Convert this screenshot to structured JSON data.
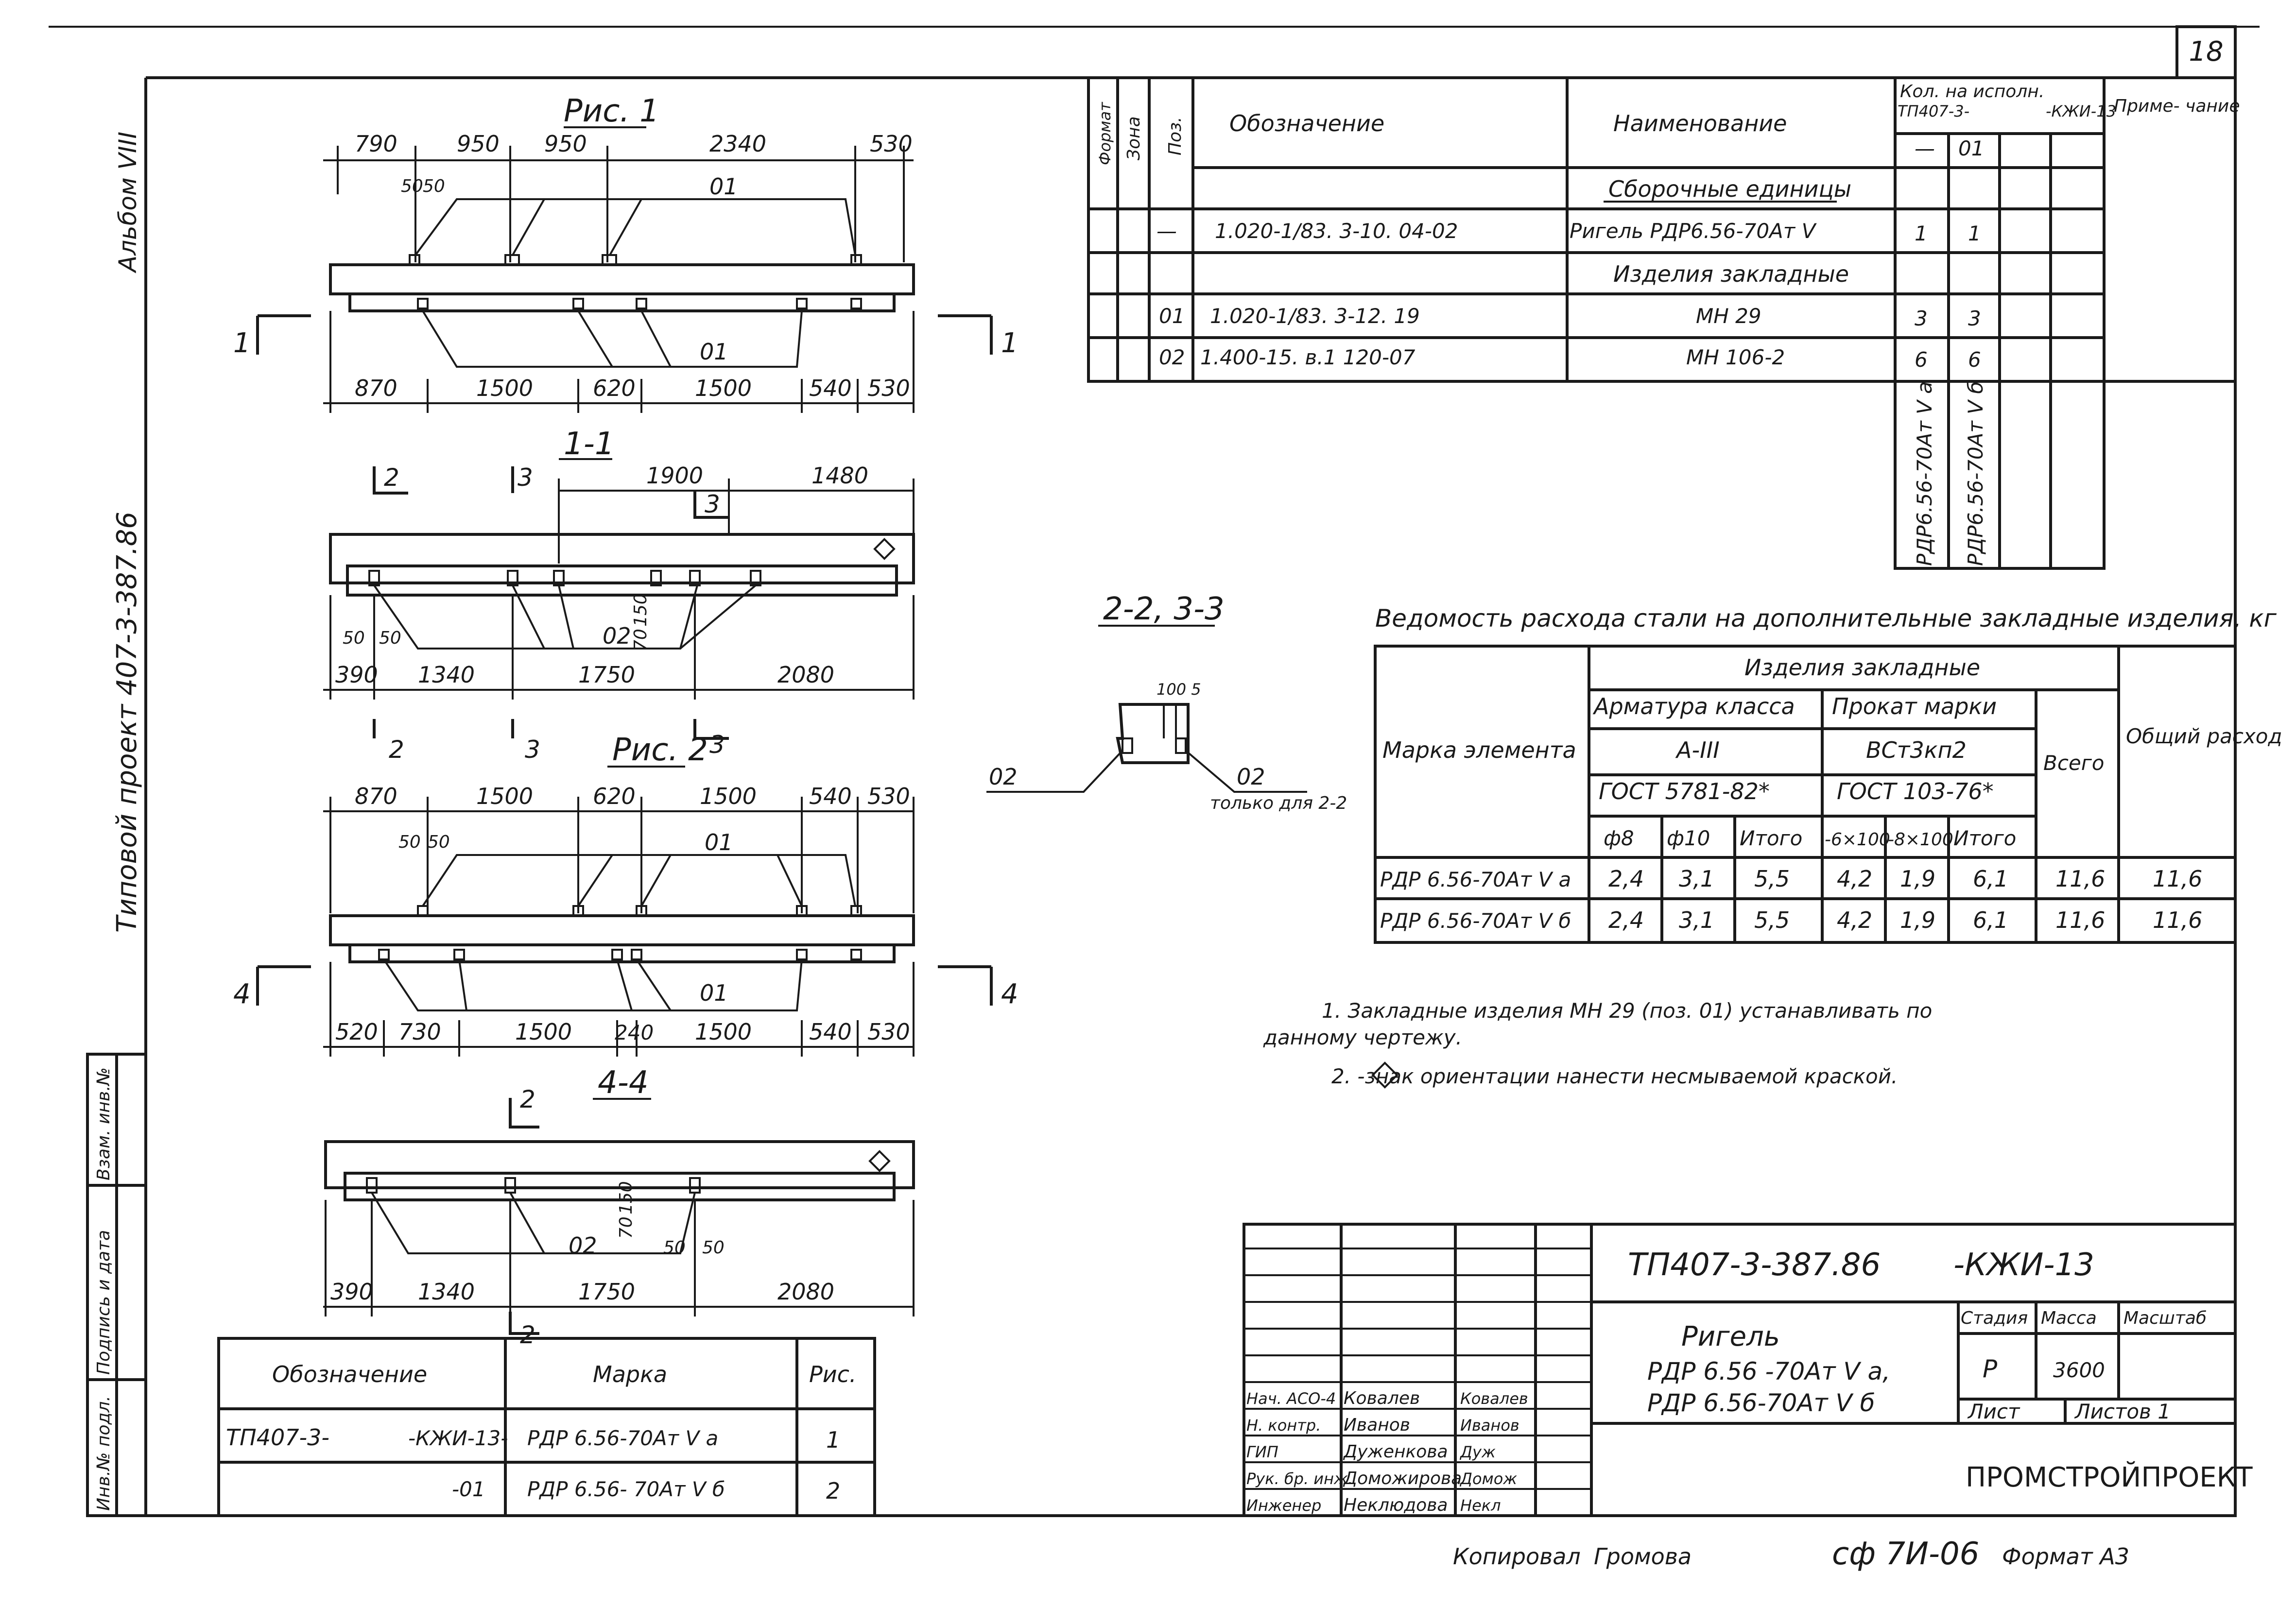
{
  "sheet_number": "18",
  "album": "Альбом VIII",
  "vertical_project": "Типовой проект 407-3-387.86",
  "side_stamp": [
    "Инв.№ подл.",
    "Подпись и дата",
    "Взам. инв.№"
  ],
  "fig1": {
    "title": "Рис. 1",
    "top_dims": [
      "790",
      "950",
      "950",
      "2340",
      "530"
    ],
    "small_dims": [
      "50",
      "50"
    ],
    "pos_top": "01",
    "pos_bottom": "01",
    "bottom_dims": [
      "870",
      "1500",
      "620",
      "1500",
      "540",
      "530"
    ],
    "cut_marks": [
      "1",
      "1"
    ]
  },
  "section11": {
    "title": "1-1",
    "top_dims": [
      "1900",
      "1480"
    ],
    "cut_labels": [
      "2",
      "3",
      "3",
      "2",
      "3",
      "3"
    ],
    "vdims": [
      "150",
      "70"
    ],
    "small_dims": [
      "50",
      "50"
    ],
    "pos": "02",
    "bottom_dims": [
      "390",
      "1340",
      "1750",
      "2080"
    ]
  },
  "fig2": {
    "title": "Рис. 2",
    "top_dims": [
      "870",
      "1500",
      "620",
      "1500",
      "540",
      "530"
    ],
    "small_dims": [
      "50",
      "50"
    ],
    "pos_top": "01",
    "pos_bottom": "01",
    "bottom_dims": [
      "520",
      "730",
      "1500",
      "240",
      "1500",
      "540",
      "530"
    ],
    "cut_marks": [
      "4",
      "4"
    ]
  },
  "section44": {
    "title": "4-4",
    "cut_labels": [
      "2",
      "2"
    ],
    "vdims": [
      "150",
      "70"
    ],
    "small_dims": [
      "50",
      "50"
    ],
    "pos": "02",
    "bottom_dims": [
      "390",
      "1340",
      "1750",
      "2080"
    ]
  },
  "section22": {
    "title": "2-2, 3-3",
    "dims": "100 5",
    "left_pos": "02",
    "right_pos": "02",
    "note": "только для 2-2"
  },
  "spec": {
    "headers": [
      "Формат",
      "Зона",
      "Поз.",
      "Обозначение",
      "Наименование",
      "Кол. на исполн.",
      "Приме- чание"
    ],
    "kol_sub": "ТП407-3-",
    "kol_sub2": "-КЖИ-13",
    "kol_cols": [
      "—",
      "01"
    ],
    "rows": [
      {
        "pos": "",
        "oboz": "",
        "name": "Сборочные единицы",
        "k1": "",
        "k2": ""
      },
      {
        "pos": "—",
        "oboz": "1.020-1/83.  3-10.  04-02",
        "name": "Ригель  РДР6.56-70Ат V",
        "k1": "1",
        "k2": "1"
      },
      {
        "pos": "",
        "oboz": "",
        "name": "Изделия закладные",
        "k1": "",
        "k2": ""
      },
      {
        "pos": "01",
        "oboz": "1.020-1/83.  3-12.    19",
        "name": "МН 29",
        "k1": "3",
        "k2": "3"
      },
      {
        "pos": "02",
        "oboz": "1.400-15.  в.1       120-07",
        "name": "МН 106-2",
        "k1": "6",
        "k2": "6"
      }
    ],
    "vertical_marks": [
      "РДР6.56-70Ат V а",
      "РДР6.56-70Ат V б"
    ]
  },
  "steel": {
    "title": "Ведомость расхода стали на дополнительные закладные изделия, кг",
    "h_mark": "Марка элемента",
    "h_items": "Изделия закладные",
    "h_arm": "Арматура класса",
    "h_arm_cls": "А-III",
    "h_arm_gost": "ГОСТ 5781-82*",
    "h_prok": "Прокат марки",
    "h_prok_cls": "ВСт3кп2",
    "h_prok_gost": "ГОСТ 103-76*",
    "h_total": "Всего",
    "h_common": "Общий расход",
    "sub": [
      "ф8",
      "ф10",
      "Итого",
      "-6×100",
      "-8×100",
      "Итого"
    ],
    "rows": [
      {
        "mark": "РДР 6.56-70Ат V а",
        "v": [
          "2,4",
          "3,1",
          "5,5",
          "4,2",
          "1,9",
          "6,1",
          "11,6",
          "11,6"
        ]
      },
      {
        "mark": "РДР 6.56-70Ат V б",
        "v": [
          "2,4",
          "3,1",
          "5,5",
          "4,2",
          "1,9",
          "6,1",
          "11,6",
          "11,6"
        ]
      }
    ]
  },
  "notes": [
    "1. Закладные изделия   МН 29 (поз. 01) устанавливать  по",
    "данному чертежу.",
    "2.      -знак ориентации нанести несмываемой  краской."
  ],
  "marks_table": {
    "headers": [
      "Обозначение",
      "Марка",
      "Рис."
    ],
    "rows": [
      {
        "oboz": "ТП407-3-",
        "oboz2": "-КЖИ-13-",
        "mark": "РДР 6.56-70Ат V а",
        "fig": "1"
      },
      {
        "oboz": "",
        "oboz2": "-01",
        "mark": "РДР 6.56- 70Ат V б",
        "fig": "2"
      }
    ]
  },
  "title_block": {
    "code": "ТП407-3-387.86",
    "code2": "-КЖИ-13",
    "name1": "Ригель",
    "name2": "РДР 6.56 -70Ат V а,",
    "name3": "РДР 6.56-70Ат V б",
    "stage_h": "Стадия",
    "mass_h": "Масса",
    "scale_h": "Масштаб",
    "stage": "Р",
    "mass": "3600",
    "list_h": "Лист",
    "lists_h": "Листов  1",
    "org": "ПРОМСТРОЙПРОЕКТ",
    "people": [
      {
        "role": "Нач. АСО-4",
        "name": "Ковалев",
        "sign": "Ковалев"
      },
      {
        "role": "Н. контр.",
        "name": "Иванов",
        "sign": "Иванов"
      },
      {
        "role": "ГИП",
        "name": "Дуженкова",
        "sign": "Дуж"
      },
      {
        "role": "Рук. бр. инж.",
        "name": "Доможирова",
        "sign": "Домож"
      },
      {
        "role": "Инженер",
        "name": "Неклюдова",
        "sign": "Некл"
      }
    ]
  },
  "footer": {
    "copied": "Копировал",
    "copier": "Громова",
    "sf": "сф 7И-06",
    "format": "Формат А3"
  }
}
